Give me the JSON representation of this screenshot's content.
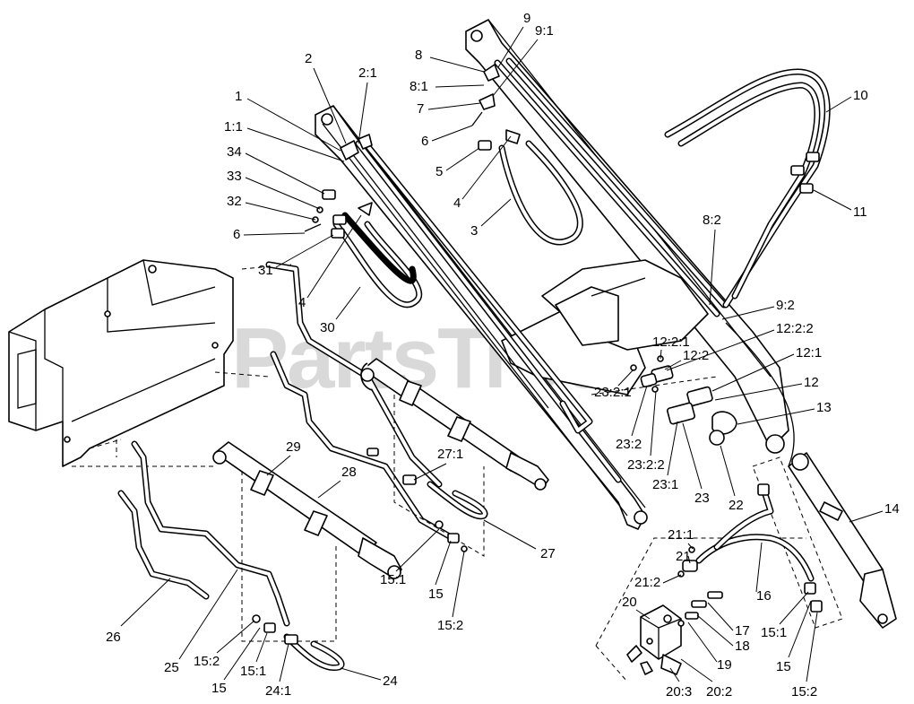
{
  "watermark": {
    "text": "PartsTree",
    "trademark": "™"
  },
  "callouts": [
    {
      "id": "c-1",
      "label": "1"
    },
    {
      "id": "c-1-1",
      "label": "1:1"
    },
    {
      "id": "c-2",
      "label": "2"
    },
    {
      "id": "c-2-1",
      "label": "2:1"
    },
    {
      "id": "c-34",
      "label": "34"
    },
    {
      "id": "c-33",
      "label": "33"
    },
    {
      "id": "c-32",
      "label": "32"
    },
    {
      "id": "c-6a",
      "label": "6"
    },
    {
      "id": "c-31",
      "label": "31"
    },
    {
      "id": "c-4a",
      "label": "4"
    },
    {
      "id": "c-30",
      "label": "30"
    },
    {
      "id": "c-8",
      "label": "8"
    },
    {
      "id": "c-9",
      "label": "9"
    },
    {
      "id": "c-9-1",
      "label": "9:1"
    },
    {
      "id": "c-8-1",
      "label": "8:1"
    },
    {
      "id": "c-7",
      "label": "7"
    },
    {
      "id": "c-6b",
      "label": "6"
    },
    {
      "id": "c-5",
      "label": "5"
    },
    {
      "id": "c-4b",
      "label": "4"
    },
    {
      "id": "c-3",
      "label": "3"
    },
    {
      "id": "c-10",
      "label": "10"
    },
    {
      "id": "c-11",
      "label": "11"
    },
    {
      "id": "c-8-2",
      "label": "8:2"
    },
    {
      "id": "c-9-2",
      "label": "9:2"
    },
    {
      "id": "c-12-2-2",
      "label": "12:2:2"
    },
    {
      "id": "c-12-2-1",
      "label": "12:2:1"
    },
    {
      "id": "c-12-2",
      "label": "12:2"
    },
    {
      "id": "c-12-1",
      "label": "12:1"
    },
    {
      "id": "c-12",
      "label": "12"
    },
    {
      "id": "c-13",
      "label": "13"
    },
    {
      "id": "c-23-2-1",
      "label": "23:2:1"
    },
    {
      "id": "c-23-2",
      "label": "23:2"
    },
    {
      "id": "c-23-2-2",
      "label": "23:2:2"
    },
    {
      "id": "c-23-1",
      "label": "23:1"
    },
    {
      "id": "c-23",
      "label": "23"
    },
    {
      "id": "c-22",
      "label": "22"
    },
    {
      "id": "c-14",
      "label": "14"
    },
    {
      "id": "c-29",
      "label": "29"
    },
    {
      "id": "c-28",
      "label": "28"
    },
    {
      "id": "c-27-1",
      "label": "27:1"
    },
    {
      "id": "c-27",
      "label": "27"
    },
    {
      "id": "c-15-1a",
      "label": "15:1"
    },
    {
      "id": "c-15a",
      "label": "15"
    },
    {
      "id": "c-15-2a",
      "label": "15:2"
    },
    {
      "id": "c-26",
      "label": "26"
    },
    {
      "id": "c-25",
      "label": "25"
    },
    {
      "id": "c-15-2b",
      "label": "15:2"
    },
    {
      "id": "c-15b",
      "label": "15"
    },
    {
      "id": "c-15-1b",
      "label": "15:1"
    },
    {
      "id": "c-24-1",
      "label": "24:1"
    },
    {
      "id": "c-24",
      "label": "24"
    },
    {
      "id": "c-21-1",
      "label": "21:1"
    },
    {
      "id": "c-21",
      "label": "21"
    },
    {
      "id": "c-21-2",
      "label": "21:2"
    },
    {
      "id": "c-20",
      "label": "20"
    },
    {
      "id": "c-16",
      "label": "16"
    },
    {
      "id": "c-17",
      "label": "17"
    },
    {
      "id": "c-18",
      "label": "18"
    },
    {
      "id": "c-19",
      "label": "19"
    },
    {
      "id": "c-15-1c",
      "label": "15:1"
    },
    {
      "id": "c-15c",
      "label": "15"
    },
    {
      "id": "c-15-2c",
      "label": "15:2"
    },
    {
      "id": "c-20-3",
      "label": "20:3"
    },
    {
      "id": "c-20-2",
      "label": "20:2"
    }
  ]
}
